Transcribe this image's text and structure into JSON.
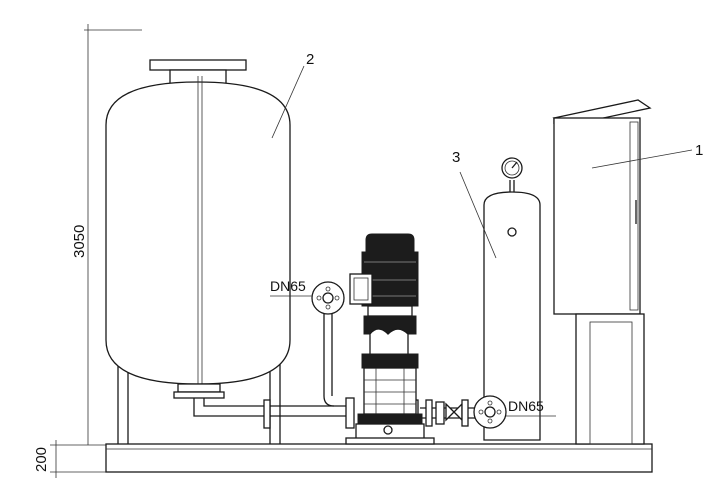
{
  "dimensions": {
    "total_height": "3050",
    "base_height": "200"
  },
  "callouts": {
    "control_cabinet": "1",
    "main_tank": "2",
    "small_tank": "3"
  },
  "pipe_labels": {
    "left": "DN65",
    "right": "DN65"
  },
  "colors": {
    "line": "#1a1a1a",
    "background": "#ffffff",
    "motor": "#1c1c1c"
  }
}
